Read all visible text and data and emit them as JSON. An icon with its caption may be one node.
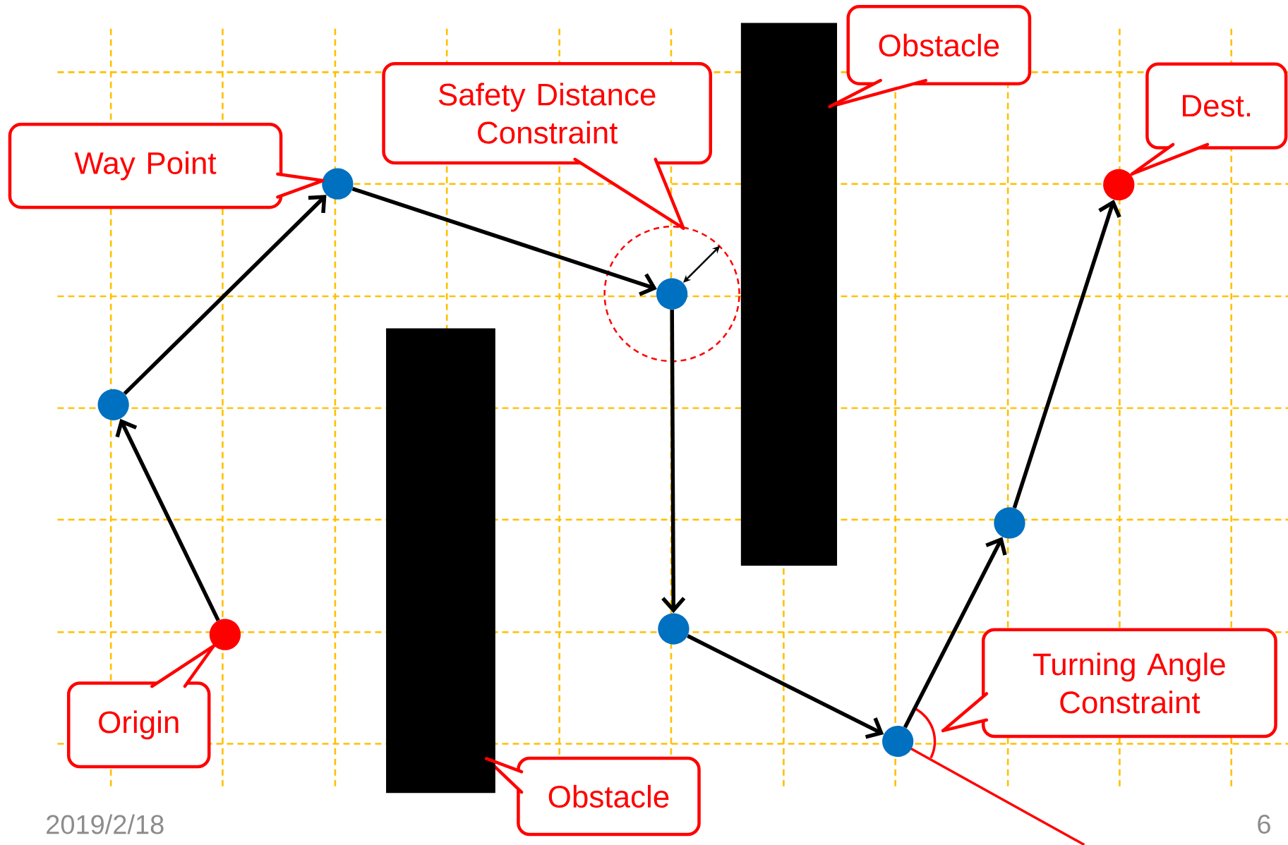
{
  "diagram": {
    "nodes": [
      {
        "text": [
          "Way Point"
        ]
      },
      {
        "text": [
          "Safety Distance Constraint"
        ]
      },
      {
        "text": [
          "Obstacle"
        ]
      },
      {
        "text": [
          "Dest."
        ]
      },
      {
        "text": [
          "Origin"
        ]
      },
      {
        "text": [
          "Turning Angle Constraint"
        ]
      },
      {
        "text": [
          "Obstacle"
        ]
      },
      {
        "text": [],
        "shape": "box"
      },
      {
        "text": [],
        "shape": "box"
      },
      {
        "text": [],
        "shape": "circle"
      },
      {
        "text": [],
        "shape": "circle"
      },
      {
        "text": [],
        "shape": "circle"
      },
      {
        "text": [],
        "shape": "circle"
      },
      {
        "text": [],
        "shape": "circle",
        "in": 9
      },
      {
        "text": [],
        "shape": "circle"
      },
      {
        "text": [],
        "shape": "circle"
      },
      {
        "text": [],
        "shape": "circle"
      },
      {
        "text": [],
        "shape": "circle"
      }
    ],
    "edges": [
      {
        "from": 0,
        "to": 12,
        "arrow": "none",
        "color": "#ff0000"
      },
      {
        "from": 1,
        "to": 9,
        "arrow": "none",
        "color": "#ff0000"
      },
      {
        "from": 2,
        "to": 8,
        "arrow": "none",
        "color": "#ff0000"
      },
      {
        "from": 3,
        "to": 17,
        "arrow": "none",
        "color": "#ff0000"
      },
      {
        "from": 4,
        "to": 10,
        "arrow": "none",
        "color": "#ff0000"
      },
      {
        "from": 5,
        "to": null,
        "arrow": "none",
        "color": "#ff0000"
      },
      {
        "from": 6,
        "to": 7,
        "arrow": "none",
        "color": "#ff0000"
      },
      {
        "from": 10,
        "to": 11,
        "arrow": "to",
        "color": "#000000"
      },
      {
        "from": 11,
        "to": 12,
        "arrow": "to",
        "color": "#000000"
      },
      {
        "from": 12,
        "to": 13,
        "arrow": "to",
        "color": "#000000"
      },
      {
        "from": 13,
        "to": 14,
        "arrow": "to",
        "color": "#000000"
      },
      {
        "from": 14,
        "to": 15,
        "arrow": "to",
        "color": "#000000"
      },
      {
        "from": 15,
        "to": 16,
        "arrow": "to",
        "color": "#000000"
      },
      {
        "from": 16,
        "to": 17,
        "arrow": "to",
        "color": "#000000"
      },
      {
        "from": 13,
        "to": 9,
        "arrow": "both",
        "color": "#000000"
      }
    ],
    "labels": [
      "2019/2/18",
      "6"
    ]
  }
}
